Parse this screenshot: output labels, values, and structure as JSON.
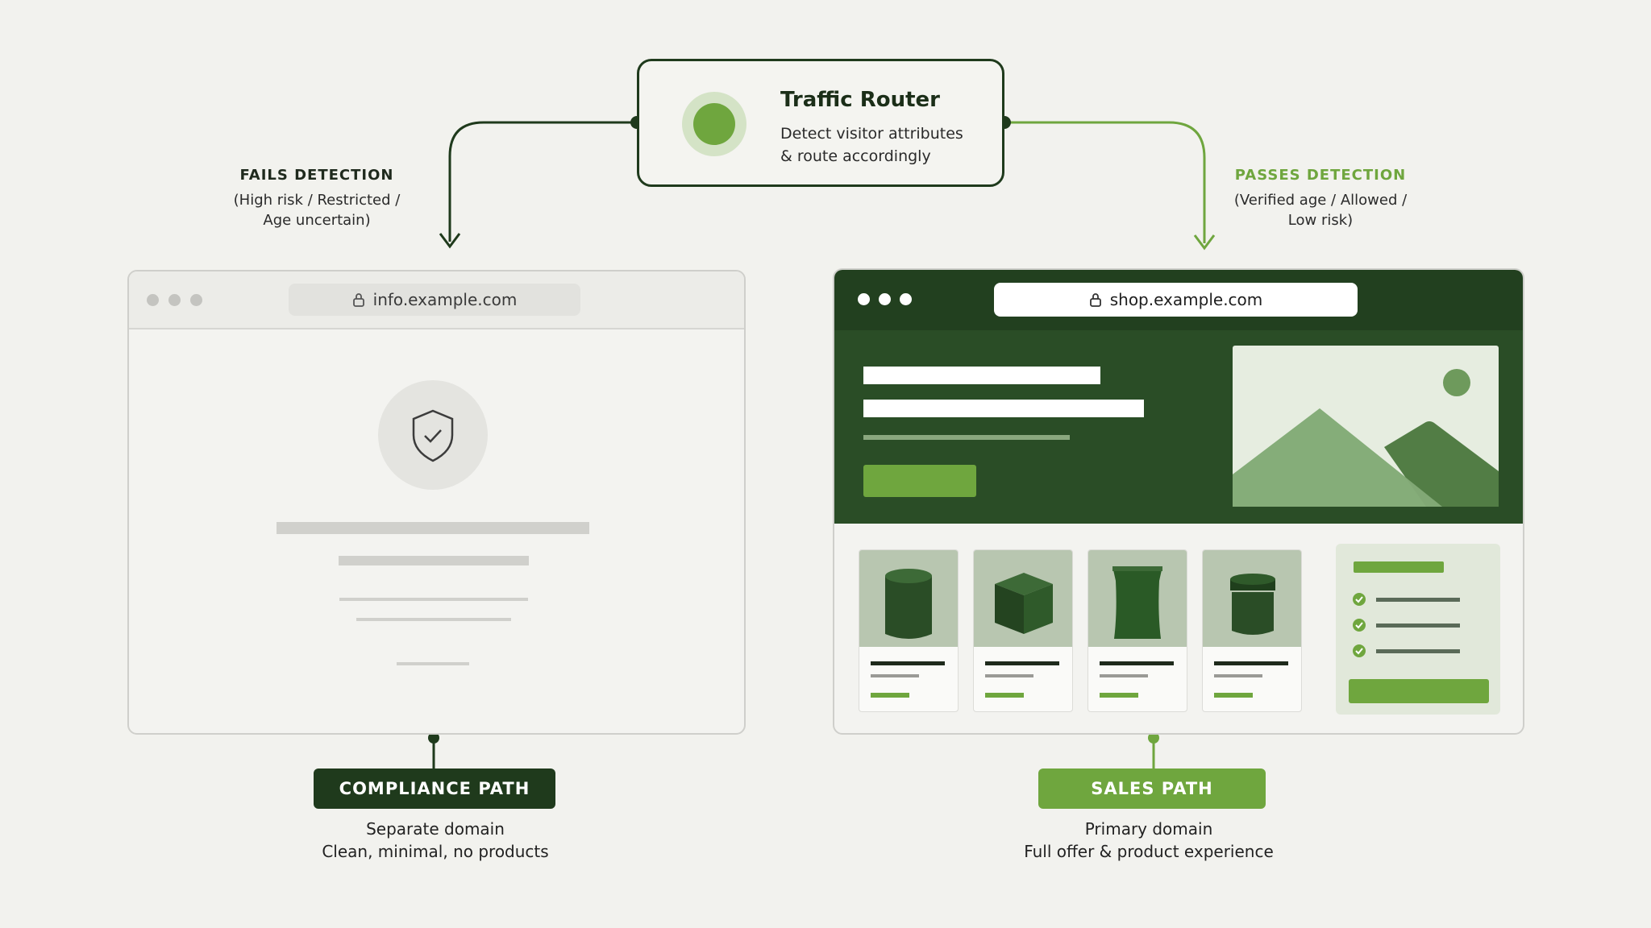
{
  "router": {
    "title": "Traffic Router",
    "description": "Detect visitor attributes\n& route accordingly"
  },
  "fails": {
    "title": "FAILS DETECTION",
    "description": "(High risk / Restricted /\nAge uncertain)",
    "color": "#1f2a1d"
  },
  "passes": {
    "title": "PASSES DETECTION",
    "description": "(Verified age / Allowed /\nLow risk)",
    "color": "#6fa63e"
  },
  "left_browser": {
    "url": "info.example.com",
    "icon": "shield-check-icon"
  },
  "right_browser": {
    "url": "shop.example.com",
    "product_icons": [
      "cylinder-jar-icon",
      "cube-box-icon",
      "pouch-bag-icon",
      "tub-container-icon"
    ]
  },
  "compliance": {
    "badge": "COMPLIANCE PATH",
    "description": "Separate domain\nClean, minimal, no products",
    "color": "#1f3a1c"
  },
  "sales": {
    "badge": "SALES PATH",
    "description": "Primary domain\nFull offer & product experience",
    "color": "#6fa63e"
  },
  "colors": {
    "dark_green": "#22401f",
    "accent_green": "#6fa63e",
    "background": "#f2f2ee"
  }
}
